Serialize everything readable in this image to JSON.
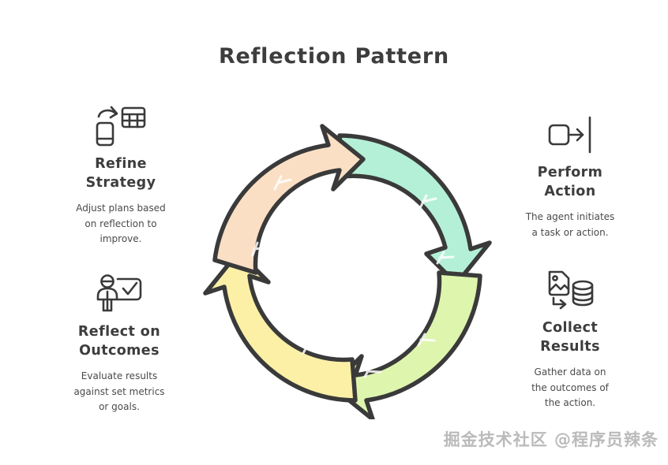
{
  "page": {
    "title": "Reflection Pattern",
    "background_color": "#ffffff",
    "text_color": "#3d3d3d",
    "stroke_color": "#3a3a3a"
  },
  "blocks": [
    {
      "id": "refine-strategy",
      "position": "top-left",
      "icon": "refresh-table-card-icon",
      "title": "Refine\nStrategy",
      "description": "Adjust plans based\non reflection to\nimprove."
    },
    {
      "id": "reflect-on-outcomes",
      "position": "bottom-left",
      "icon": "person-checklist-icon",
      "title": "Reflect on\nOutcomes",
      "description": "Evaluate results\nagainst set metrics\nor goals."
    },
    {
      "id": "perform-action",
      "position": "top-right",
      "icon": "square-arrow-to-line-icon",
      "title": "Perform\nAction",
      "description": "The agent initiates\na task or action."
    },
    {
      "id": "collect-results",
      "position": "bottom-right",
      "icon": "image-to-database-icon",
      "title": "Collect\nResults",
      "description": "Gather data on\nthe outcomes of\nthe action."
    }
  ],
  "chart_data": {
    "type": "cycle-diagram",
    "title": "Reflection Pattern",
    "direction": "clockwise",
    "segment_count": 4,
    "center": [
      192,
      192
    ],
    "outer_radius": 168,
    "inner_radius": 78,
    "segments": [
      {
        "name": "Perform Action",
        "color": "#B4F0D7",
        "start_angle_deg": -78,
        "end_angle_deg": 12,
        "quadrant": "top-right"
      },
      {
        "name": "Collect Results",
        "color": "#DEF5AE",
        "start_angle_deg": 12,
        "end_angle_deg": 102,
        "quadrant": "bottom-right"
      },
      {
        "name": "Reflect on Outcomes",
        "color": "#FBF0A6",
        "start_angle_deg": 102,
        "end_angle_deg": 192,
        "quadrant": "bottom-left"
      },
      {
        "name": "Refine Strategy",
        "color": "#FBDFC4",
        "start_angle_deg": 192,
        "end_angle_deg": 282,
        "quadrant": "top-left"
      }
    ]
  },
  "watermark": {
    "text": "掘金技术社区 @程序员辣条"
  }
}
